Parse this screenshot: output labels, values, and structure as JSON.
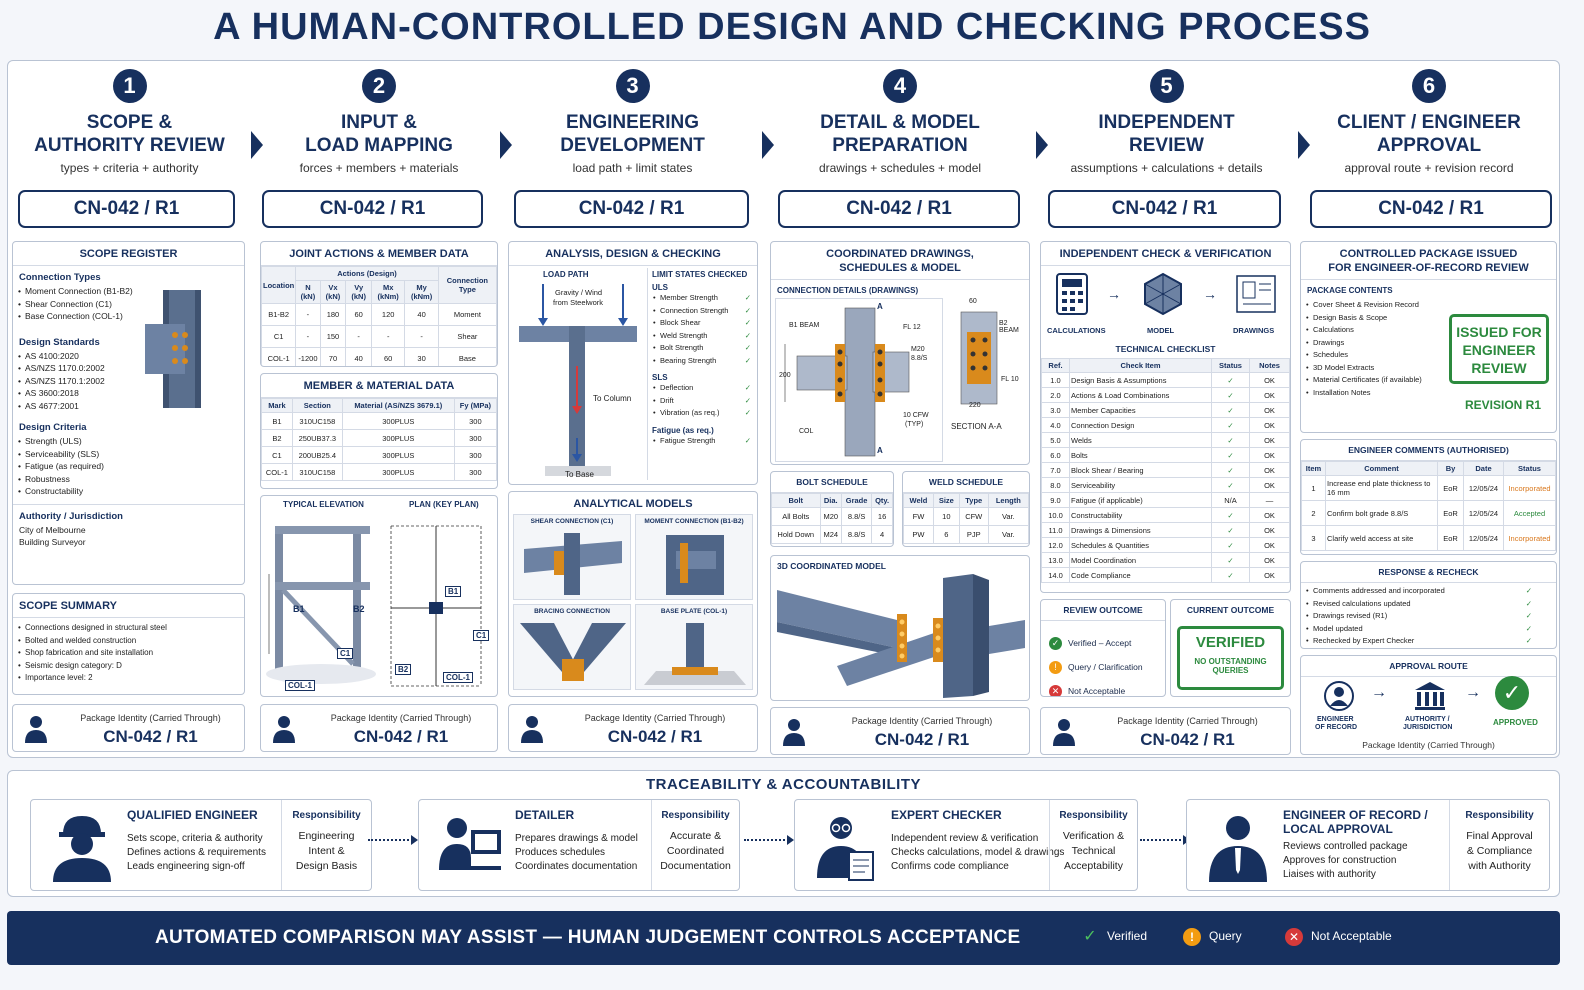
{
  "title": "A HUMAN-CONTROLLED DESIGN AND CHECKING PROCESS",
  "package_id": "CN-042 / R1",
  "pkg_label": "Package Identity (Carried Through)",
  "steps": [
    {
      "num": "1",
      "title1": "SCOPE &",
      "title2": "AUTHORITY REVIEW",
      "sub": "types + criteria + authority"
    },
    {
      "num": "2",
      "title1": "INPUT &",
      "title2": "LOAD MAPPING",
      "sub": "forces + members + materials"
    },
    {
      "num": "3",
      "title1": "ENGINEERING",
      "title2": "DEVELOPMENT",
      "sub": "load path + limit states"
    },
    {
      "num": "4",
      "title1": "DETAIL & MODEL",
      "title2": "PREPARATION",
      "sub": "drawings + schedules + model"
    },
    {
      "num": "5",
      "title1": "INDEPENDENT",
      "title2": "REVIEW",
      "sub": "assumptions + calculations + details"
    },
    {
      "num": "6",
      "title1": "CLIENT / ENGINEER",
      "title2": "APPROVAL",
      "sub": "approval route + revision record"
    }
  ],
  "scope": {
    "title": "SCOPE REGISTER",
    "conn_h": "Connection Types",
    "conn": [
      "Moment Connection (B1-B2)",
      "Shear Connection (C1)",
      "Base Connection (COL-1)"
    ],
    "std_h": "Design Standards",
    "std": [
      "AS 4100:2020",
      "AS/NZS 1170.0:2002",
      "AS/NZS 1170.1:2002",
      "AS 3600:2018",
      "AS 4677:2001"
    ],
    "crit_h": "Design Criteria",
    "crit": [
      "Strength (ULS)",
      "Serviceability (SLS)",
      "Fatigue (as required)",
      "Robustness",
      "Constructability"
    ],
    "auth_h": "Authority / Jurisdiction",
    "auth1": "City of Melbourne",
    "auth2": "Building Surveyor",
    "sum_title": "SCOPE SUMMARY",
    "sum": [
      "Connections designed in structural steel",
      "Bolted and welded construction",
      "Shop fabrication and site installation",
      "Seismic design category: D",
      "Importance level: 2"
    ]
  },
  "input": {
    "t1": "JOINT ACTIONS & MEMBER DATA",
    "h_loc": "Location",
    "h_act": "Actions (Design)",
    "h_ct": "Connection Type",
    "h_cols": [
      "N (kN)",
      "Vx (kN)",
      "Vy (kN)",
      "Mx (kNm)",
      "My (kNm)"
    ],
    "rows": [
      [
        "B1-B2",
        "-",
        "180",
        "60",
        "120",
        "40",
        "Moment"
      ],
      [
        "C1",
        "-",
        "150",
        "-",
        "-",
        "-",
        "Shear"
      ],
      [
        "COL-1",
        "-1200",
        "70",
        "40",
        "60",
        "30",
        "Base"
      ]
    ],
    "t2": "MEMBER & MATERIAL DATA",
    "m_h": [
      "Mark",
      "Section",
      "Material (AS/NZS 3679.1)",
      "Fy (MPa)"
    ],
    "m_rows": [
      [
        "B1",
        "310UC158",
        "300PLUS",
        "300"
      ],
      [
        "B2",
        "250UB37.3",
        "300PLUS",
        "300"
      ],
      [
        "C1",
        "200UB25.4",
        "300PLUS",
        "300"
      ],
      [
        "COL-1",
        "310UC158",
        "300PLUS",
        "300"
      ]
    ],
    "elev": "TYPICAL ELEVATION",
    "plan": "PLAN (KEY PLAN)",
    "l_b1": "B1",
    "l_b2": "B2",
    "l_c1": "C1",
    "l_col": "COL-1"
  },
  "eng": {
    "t1": "ANALYSIS, DESIGN & CHECKING",
    "lp": "LOAD PATH",
    "lp_g": "Gravity / Wind",
    "lp_g2": "from Steelwork",
    "lp_col": "To Column",
    "lp_base": "To Base",
    "ls": "LIMIT STATES CHECKED",
    "uls": "ULS",
    "uls_items": [
      "Member Strength",
      "Connection Strength",
      "Block Shear",
      "Weld Strength",
      "Bolt Strength",
      "Bearing Strength"
    ],
    "sls": "SLS",
    "sls_items": [
      "Deflection",
      "Drift",
      "Vibration (as req.)"
    ],
    "fat": "Fatigue (as req.)",
    "fat_items": [
      "Fatigue Strength"
    ],
    "am": "ANALYTICAL MODELS",
    "models": [
      "SHEAR CONNECTION (C1)",
      "MOMENT CONNECTION (B1-B2)",
      "BRACING CONNECTION",
      "BASE PLATE (COL-1)"
    ]
  },
  "detail": {
    "t1": "COORDINATED DRAWINGS,",
    "t1b": "SCHEDULES & MODEL",
    "cd": "CONNECTION DETAILS (DRAWINGS)",
    "lbl_b1": "B1 BEAM",
    "lbl_fl12": "FL 12",
    "lbl_m20": "M20",
    "lbl_88": "8.8/S",
    "lbl_cfw": "10 CFW",
    "lbl_typ": "(TYP)",
    "lbl_col": "COL",
    "lbl_b2": "B2 BEAM",
    "lbl_fl10": "FL 10",
    "lbl_sec": "SECTION A-A",
    "lbl_a": "A",
    "d200": "200",
    "d60": "60",
    "d220": "220",
    "bs": "BOLT SCHEDULE",
    "bs_h": [
      "Bolt",
      "Dia.",
      "Grade",
      "Qty."
    ],
    "bs_rows": [
      [
        "All Bolts",
        "M20",
        "8.8/S",
        "16"
      ],
      [
        "Hold Down",
        "M24",
        "8.8/S",
        "4"
      ]
    ],
    "ws": "WELD SCHEDULE",
    "ws_h": [
      "Weld",
      "Size",
      "Type",
      "Length"
    ],
    "ws_rows": [
      [
        "FW",
        "10",
        "CFW",
        "Var."
      ],
      [
        "PW",
        "6",
        "PJP",
        "Var."
      ]
    ],
    "m3d": "3D COORDINATED MODEL"
  },
  "review": {
    "t1": "INDEPENDENT CHECK & VERIFICATION",
    "icons": [
      "CALCULATIONS",
      "MODEL",
      "DRAWINGS"
    ],
    "tc": "TECHNICAL CHECKLIST",
    "tc_h": [
      "Ref.",
      "Check Item",
      "Status",
      "Notes"
    ],
    "tc_rows": [
      [
        "1.0",
        "Design Basis & Assumptions",
        "✓",
        "OK"
      ],
      [
        "2.0",
        "Actions & Load Combinations",
        "✓",
        "OK"
      ],
      [
        "3.0",
        "Member Capacities",
        "✓",
        "OK"
      ],
      [
        "4.0",
        "Connection Design",
        "✓",
        "OK"
      ],
      [
        "5.0",
        "Welds",
        "✓",
        "OK"
      ],
      [
        "6.0",
        "Bolts",
        "✓",
        "OK"
      ],
      [
        "7.0",
        "Block Shear / Bearing",
        "✓",
        "OK"
      ],
      [
        "8.0",
        "Serviceability",
        "✓",
        "OK"
      ],
      [
        "9.0",
        "Fatigue (if applicable)",
        "N/A",
        "—"
      ],
      [
        "10.0",
        "Constructability",
        "✓",
        "OK"
      ],
      [
        "11.0",
        "Drawings & Dimensions",
        "✓",
        "OK"
      ],
      [
        "12.0",
        "Schedules & Quantities",
        "✓",
        "OK"
      ],
      [
        "13.0",
        "Model Coordination",
        "✓",
        "OK"
      ],
      [
        "14.0",
        "Code Compliance",
        "✓",
        "OK"
      ]
    ],
    "ro": "REVIEW OUTCOME",
    "ro_items": [
      "Verified – Accept",
      "Query / Clarification",
      "Not Acceptable"
    ],
    "co": "CURRENT OUTCOME",
    "co_v": "VERIFIED",
    "co_s1": "NO OUTSTANDING",
    "co_s2": "QUERIES"
  },
  "approval": {
    "t1": "CONTROLLED PACKAGE ISSUED",
    "t1b": "FOR ENGINEER-OF-RECORD REVIEW",
    "pc": "PACKAGE CONTENTS",
    "pc_items": [
      "Cover Sheet & Revision Record",
      "Design Basis & Scope",
      "Calculations",
      "Drawings",
      "Schedules",
      "3D Model Extracts",
      "Material Certificates (if available)",
      "Installation Notes"
    ],
    "stamp1": "ISSUED FOR",
    "stamp2": "ENGINEER",
    "stamp3": "REVIEW",
    "rev": "REVISION R1",
    "ec": "ENGINEER COMMENTS (AUTHORISED)",
    "ec_h": [
      "Item",
      "Comment",
      "By",
      "Date",
      "Status"
    ],
    "ec_rows": [
      [
        "1",
        "Increase end plate thickness to 16 mm",
        "EoR",
        "12/05/24",
        "Incorporated"
      ],
      [
        "2",
        "Confirm bolt grade 8.8/S",
        "EoR",
        "12/05/24",
        "Accepted"
      ],
      [
        "3",
        "Clarify weld access at site",
        "EoR",
        "12/05/24",
        "Incorporated"
      ]
    ],
    "rr": "RESPONSE & RECHECK",
    "rr_items": [
      "Comments addressed and incorporated",
      "Revised calculations updated",
      "Drawings revised (R1)",
      "Model updated",
      "Rechecked by Expert Checker"
    ],
    "ar": "APPROVAL ROUTE",
    "ar_eor1": "ENGINEER",
    "ar_eor2": "OF RECORD",
    "ar_auth1": "AUTHORITY /",
    "ar_auth2": "JURISDICTION",
    "ar_app": "APPROVED"
  },
  "trace": {
    "title": "TRACEABILITY  &  ACCOUNTABILITY",
    "resp_h": "Responsibility",
    "roles": [
      {
        "name": "QUALIFIED ENGINEER",
        "b": [
          "Sets scope, criteria & authority",
          "Defines actions & requirements",
          "Leads engineering sign-off"
        ],
        "r1": "Engineering",
        "r2": "Intent &",
        "r3": "Design Basis"
      },
      {
        "name": "DETAILER",
        "b": [
          "Prepares drawings & model",
          "Produces schedules",
          "Coordinates documentation"
        ],
        "r1": "Accurate &",
        "r2": "Coordinated",
        "r3": "Documentation"
      },
      {
        "name": "EXPERT CHECKER",
        "b": [
          "Independent review & verification",
          "Checks calculations, model & drawings",
          "Confirms code compliance"
        ],
        "r1": "Verification &",
        "r2": "Technical",
        "r3": "Acceptability"
      },
      {
        "name": "ENGINEER OF RECORD /",
        "name2": "LOCAL APPROVAL",
        "b": [
          "Reviews controlled package",
          "Approves for construction",
          "Liaises with authority"
        ],
        "r1": "Final Approval",
        "r2": "& Compliance",
        "r3": "with Authority"
      }
    ]
  },
  "footer": {
    "text": "AUTOMATED COMPARISON MAY ASSIST — HUMAN JUDGEMENT CONTROLS ACCEPTANCE",
    "l1": "Verified",
    "l2": "Query",
    "l3": "Not Acceptable"
  },
  "colors": {
    "navy": "#17305e",
    "green": "#2c8a3e",
    "orange": "#f39c12",
    "red": "#d63a3a",
    "steel": "#5a6f8e"
  }
}
